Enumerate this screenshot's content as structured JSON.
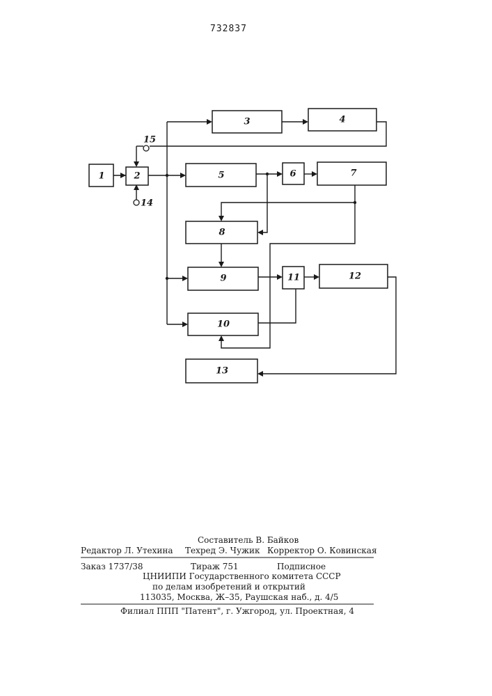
{
  "document": {
    "patent_number": "732837"
  },
  "diagram": {
    "blocks": [
      {
        "id": "1",
        "label": "1"
      },
      {
        "id": "2",
        "label": "2"
      },
      {
        "id": "3",
        "label": "3"
      },
      {
        "id": "4",
        "label": "4"
      },
      {
        "id": "5",
        "label": "5"
      },
      {
        "id": "6",
        "label": "6"
      },
      {
        "id": "7",
        "label": "7"
      },
      {
        "id": "8",
        "label": "8"
      },
      {
        "id": "9",
        "label": "9"
      },
      {
        "id": "10",
        "label": "10"
      },
      {
        "id": "11",
        "label": "11"
      },
      {
        "id": "12",
        "label": "12"
      },
      {
        "id": "13",
        "label": "13"
      }
    ],
    "terminals": [
      {
        "id": "14",
        "label": "14"
      },
      {
        "id": "15",
        "label": "15"
      }
    ]
  },
  "footer": {
    "compiler": "Составитель В.  Байков",
    "editor": "Редактор Л.  Утехина",
    "techred": "Техред Э. Чужик",
    "corrector": "Корректор О. Ковинская",
    "order": "Заказ 1737/38",
    "circulation": "Тираж 751",
    "subscription": "Подписное",
    "org_line1": "ЦНИИПИ Государственного комитета СССР",
    "org_line2": "по делам изобретений и открытий",
    "address": "113035, Москва, Ж–35, Раушская наб.,  д. 4/5",
    "branch": "Филиал ППП \"Патент\",  г. Ужгород,  ул.  Проектная,  4"
  }
}
